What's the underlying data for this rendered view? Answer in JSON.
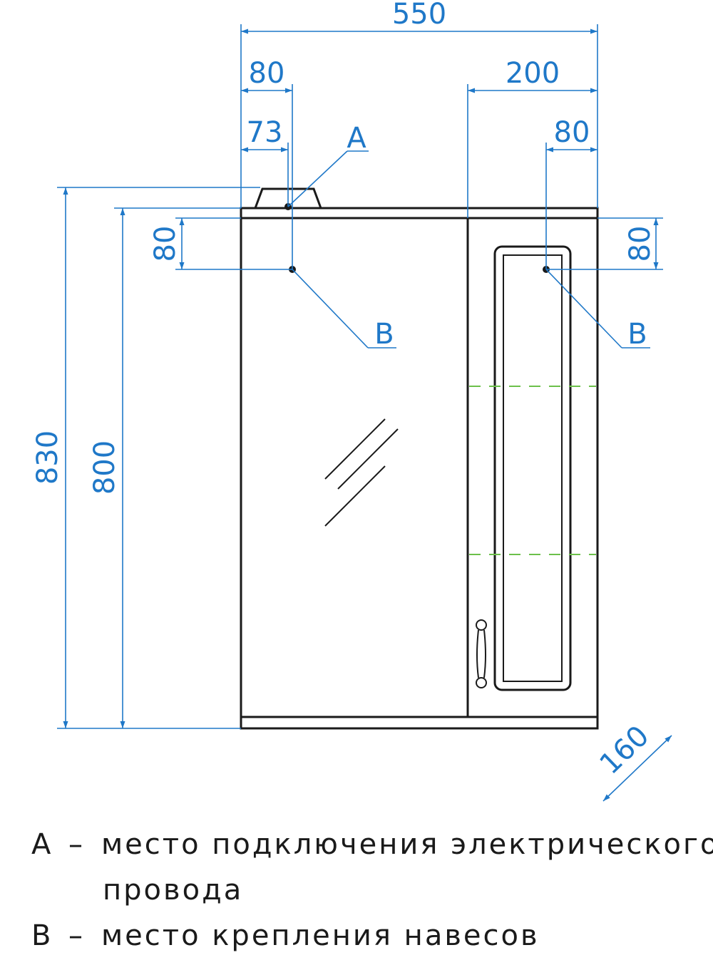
{
  "dimensions": {
    "width_total": "550",
    "left_offset_a": "80",
    "left_offset_b": "73",
    "right_section": "200",
    "right_offset": "80",
    "left_vertical": "80",
    "right_vertical": "80",
    "height_total": "830",
    "height_body": "800",
    "depth": "160"
  },
  "markers": {
    "a": "A",
    "b_left": "B",
    "b_right": "B"
  },
  "legend": [
    {
      "key": "A",
      "dash": "–",
      "text": "место подключения электрического",
      "cont": "провода"
    },
    {
      "key": "B",
      "dash": "–",
      "text": "место крепления навесов"
    }
  ],
  "colors": {
    "dimension": "#1f78c8",
    "outline": "#1a1a1a",
    "shelf": "#6cc04a"
  }
}
